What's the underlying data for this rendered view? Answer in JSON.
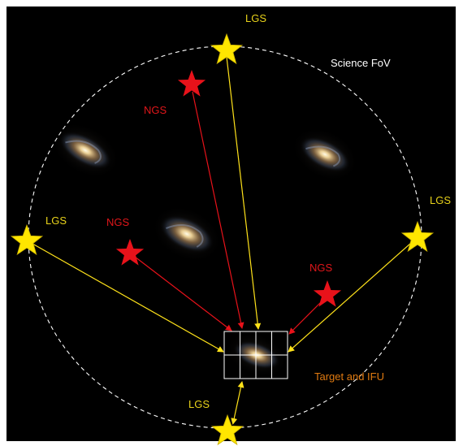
{
  "diagram": {
    "labels": {
      "science_fov": "Science FoV",
      "lgs_top": "LGS",
      "lgs_left": "LGS",
      "lgs_right": "LGS",
      "lgs_bottom": "LGS",
      "ngs_top": "NGS",
      "ngs_left": "NGS",
      "ngs_right": "NGS",
      "target": "Target and IFU"
    },
    "colors": {
      "background": "#000000",
      "lgs_star": "#ffe600",
      "lgs_star_outline": "#c9b000",
      "lgs_text": "#e8d21a",
      "ngs_star": "#e8121a",
      "ngs_text": "#e0161a",
      "lgs_arrow": "#ffe21a",
      "ngs_arrow": "#e8121a",
      "fov_circle": "#ffffff",
      "target_text": "#e07a10",
      "ifu_grid": "#ffffff"
    },
    "icons": {
      "lgs": "yellow-star-icon",
      "ngs": "red-star-icon",
      "galaxy": "spiral-galaxy-icon"
    },
    "ifu_grid": {
      "columns": 4,
      "rows": 2
    }
  }
}
